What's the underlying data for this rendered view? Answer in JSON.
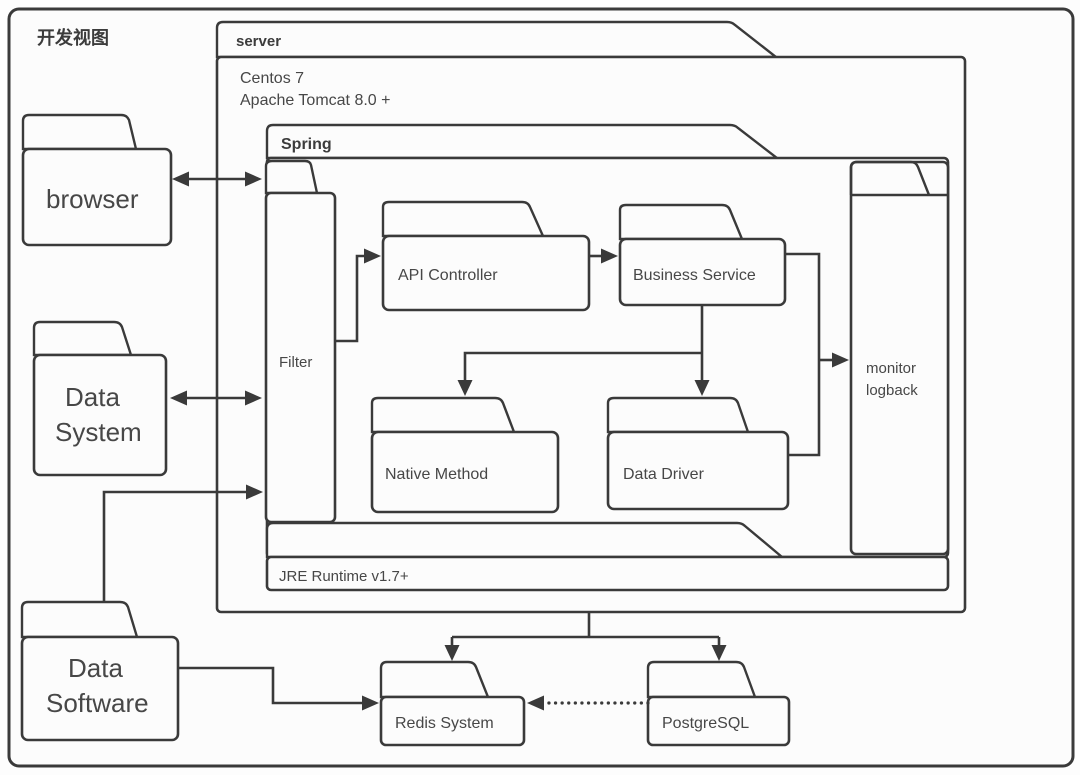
{
  "diagram_title": "开发视图",
  "server": {
    "label": "server",
    "env": {
      "os": "Centos 7",
      "container": "Apache Tomcat 8.0 +"
    }
  },
  "spring": {
    "label": "Spring"
  },
  "jre": {
    "label": "JRE Runtime v1.7+"
  },
  "nodes": {
    "browser": {
      "label": "browser"
    },
    "data_system": {
      "label_line1": "Data",
      "label_line2": "System"
    },
    "data_software": {
      "label_line1": "Data",
      "label_line2": "Software"
    },
    "filter": {
      "label": "Filter"
    },
    "api_controller": {
      "label": "API Controller"
    },
    "business_service": {
      "label": "Business Service"
    },
    "native_method": {
      "label": "Native Method"
    },
    "data_driver": {
      "label": "Data Driver"
    },
    "monitor_logback": {
      "label_line1": "monitor",
      "label_line2": "logback"
    },
    "redis_system": {
      "label": "Redis System"
    },
    "postgresql": {
      "label": "PostgreSQL"
    }
  },
  "edges": [
    {
      "from": "browser",
      "to": "spring-filter",
      "type": "bidirectional-arrow"
    },
    {
      "from": "data-system",
      "to": "filter",
      "type": "bidirectional-arrow"
    },
    {
      "from": "data-software",
      "to": "filter",
      "type": "arrow"
    },
    {
      "from": "filter",
      "to": "api-controller",
      "type": "arrow"
    },
    {
      "from": "api-controller",
      "to": "business-service",
      "type": "arrow"
    },
    {
      "from": "business-service",
      "to": "native-method",
      "type": "arrow"
    },
    {
      "from": "business-service",
      "to": "data-driver",
      "type": "arrow"
    },
    {
      "from": "business-service",
      "to": "monitor-logback",
      "type": "arrow"
    },
    {
      "from": "data-driver",
      "to": "monitor-logback",
      "type": "line"
    },
    {
      "from": "server",
      "to": "redis-system",
      "type": "arrow"
    },
    {
      "from": "server",
      "to": "postgresql",
      "type": "arrow"
    },
    {
      "from": "data-software",
      "to": "redis-system",
      "type": "arrow"
    },
    {
      "from": "postgresql",
      "to": "redis-system",
      "type": "dotted-arrow"
    }
  ],
  "colors": {
    "stroke": "#3a3a3a",
    "text": "#474747",
    "background": "#fcfcfc"
  }
}
